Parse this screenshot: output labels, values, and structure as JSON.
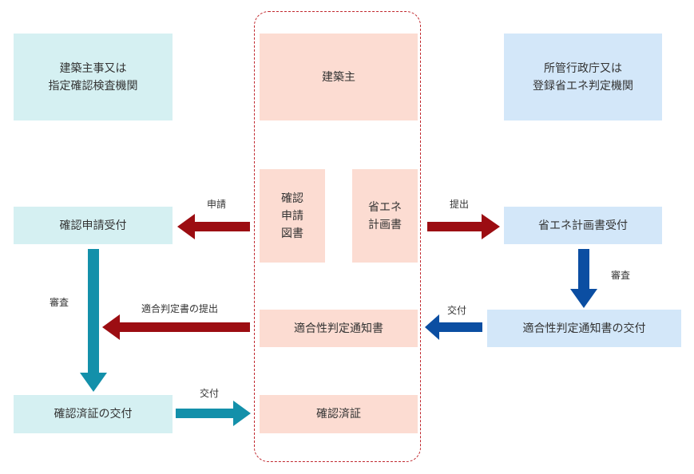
{
  "left_column": {
    "header": "建築主事又は\n指定確認検査機関",
    "receive": "確認申請受付",
    "issue": "確認済証の交付"
  },
  "center_column": {
    "header": "建築主",
    "doc_application": "確認\n申請\n図書",
    "doc_energy_plan": "省エネ\n計画書",
    "notice": "適合性判定通知書",
    "certificate": "確認済証"
  },
  "right_column": {
    "header": "所管行政庁又は\n登録省エネ判定機関",
    "receive": "省エネ計画書受付",
    "issue": "適合性判定通知書の交付"
  },
  "arrow_labels": {
    "application": "申請",
    "submit": "提出",
    "review_left": "審査",
    "review_right": "審査",
    "notice_submit": "適合判定書の提出",
    "deliver_right": "交付",
    "deliver_left": "交付"
  },
  "colors": {
    "teal_box": "#d5f0f2",
    "pink_box": "#fcdcd2",
    "blue_box": "#d3e7f9",
    "red_arrow": "#9c0d12",
    "blue_arrow": "#0b4ea2",
    "teal_arrow": "#1390aa",
    "dashed_border": "#c0272d"
  }
}
